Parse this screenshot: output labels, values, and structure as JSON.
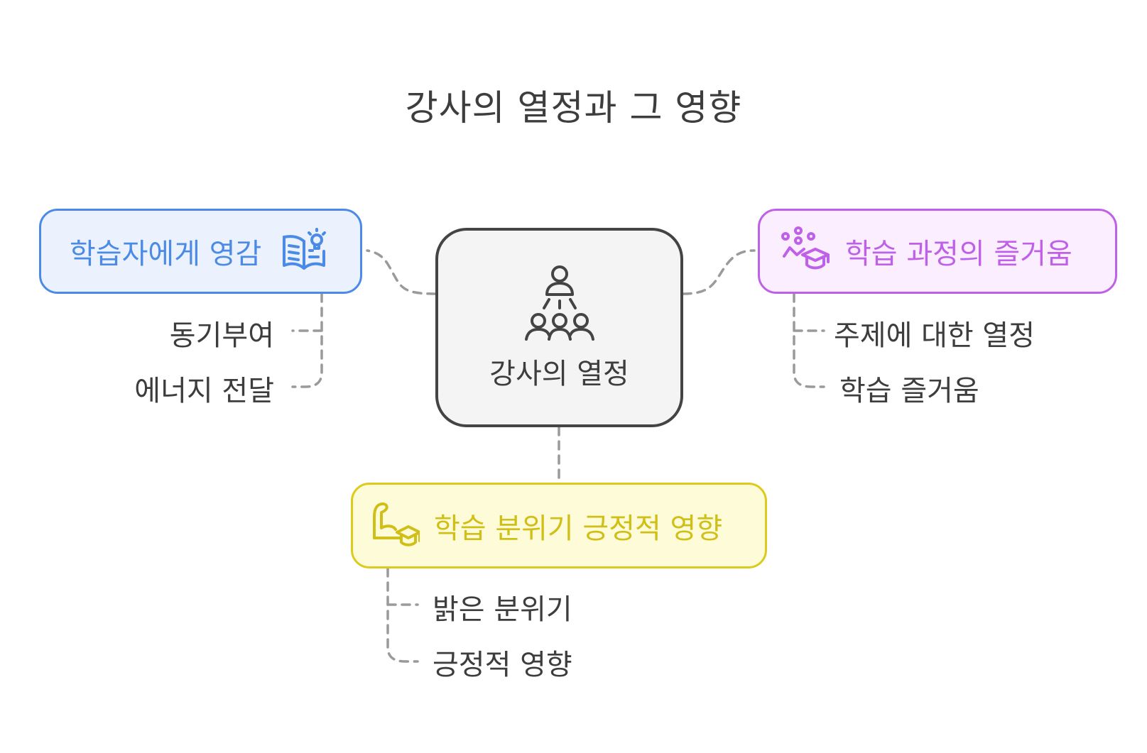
{
  "title": "강사의 열정과 그 영향",
  "center": {
    "label": "강사의 열정",
    "icon": "people-hierarchy-icon"
  },
  "branches": {
    "inspiration": {
      "label": "학습자에게 영감",
      "icon": "book-lightbulb-icon",
      "color": "#4b8be6",
      "items": [
        "동기부여",
        "에너지 전달"
      ]
    },
    "joy": {
      "label": "학습 과정의 즐거움",
      "icon": "graduation-cap-sparkle-icon",
      "color": "#bf61e8",
      "items": [
        "주제에 대한 열정",
        "학습 즐거움"
      ]
    },
    "atmosphere": {
      "label": "학습 분위기 긍정적 영향",
      "icon": "muscle-graduation-cap-icon",
      "color": "#dccb1d",
      "items": [
        "밝은 분위기",
        "긍정적 영향"
      ]
    }
  }
}
